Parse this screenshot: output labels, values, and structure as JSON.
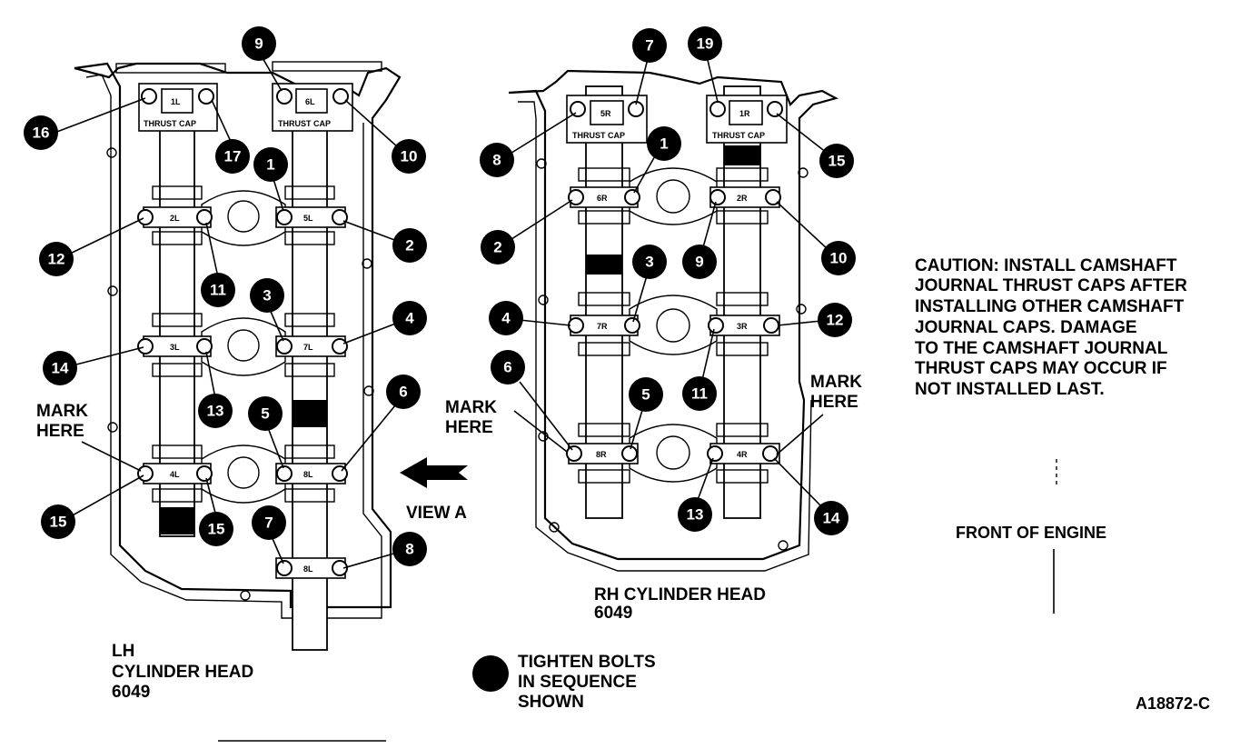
{
  "lh_head": {
    "label_line1": "LH",
    "label_line2": "CYLINDER HEAD",
    "label_line3": "6049",
    "thrust_cap_1": "THRUST CAP",
    "thrust_cap_2": "THRUST CAP",
    "cap_ids": [
      "1L",
      "6L",
      "2L",
      "5L",
      "3L",
      "7L",
      "4L",
      "8L",
      "8L"
    ],
    "mark_here": [
      "MARK",
      "HERE"
    ]
  },
  "rh_head": {
    "label_line1": "RH CYLINDER HEAD",
    "label_line2": "6049",
    "thrust_cap_1": "THRUST CAP",
    "thrust_cap_2": "THRUST CAP",
    "cap_ids": [
      "5R",
      "1R",
      "6R",
      "2R",
      "7R",
      "3R",
      "8R",
      "4R"
    ],
    "mark_here": [
      "MARK",
      "HERE"
    ]
  },
  "sequence_lh": [
    "16",
    "17",
    "9",
    "10",
    "1",
    "2",
    "12",
    "11",
    "3",
    "4",
    "14",
    "13",
    "5",
    "6",
    "15",
    "7",
    "8",
    "15"
  ],
  "sequence_rh": [
    "7",
    "8",
    "19",
    "15",
    "1",
    "2",
    "10",
    "9",
    "3",
    "4",
    "12",
    "6",
    "5",
    "11",
    "13",
    "14"
  ],
  "view_label": "VIEW A",
  "mark_here_center": [
    "MARK",
    "HERE"
  ],
  "caution": [
    "CAUTION: INSTALL CAMSHAFT",
    "JOURNAL THRUST CAPS AFTER",
    "INSTALLING OTHER CAMSHAFT",
    "JOURNAL CAPS. DAMAGE",
    "TO THE CAMSHAFT JOURNAL",
    "THRUST CAPS MAY OCCUR IF",
    "NOT INSTALLED LAST."
  ],
  "front_of_engine": "FRONT OF ENGINE",
  "legend": [
    "TIGHTEN BOLTS",
    "IN SEQUENCE",
    "SHOWN"
  ],
  "figure_id": "A18872-C"
}
